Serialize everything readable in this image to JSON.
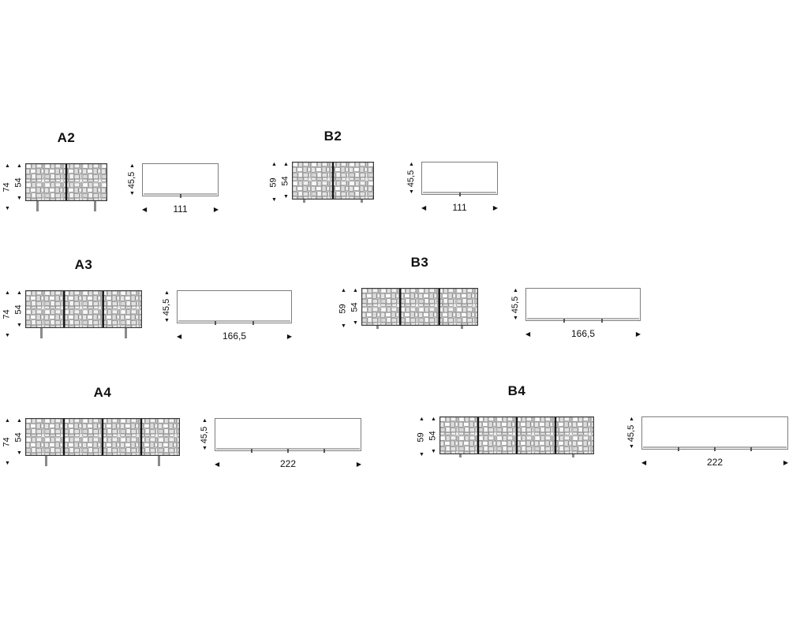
{
  "page": {
    "background": "#ffffff"
  },
  "icons": {
    "arrow_up": "▲",
    "arrow_down": "▼",
    "arrow_left": "◀",
    "arrow_right": "▶"
  },
  "variants": [
    {
      "id": "A2",
      "label": "A2",
      "series": "A",
      "doors": 2,
      "front": {
        "total_height": "74",
        "body_height": "54"
      },
      "top": {
        "depth": "45,5",
        "width": "111"
      }
    },
    {
      "id": "B2",
      "label": "B2",
      "series": "B",
      "doors": 2,
      "front": {
        "total_height": "59",
        "body_height": "54"
      },
      "top": {
        "depth": "45,5",
        "width": "111"
      }
    },
    {
      "id": "A3",
      "label": "A3",
      "series": "A",
      "doors": 3,
      "front": {
        "total_height": "74",
        "body_height": "54"
      },
      "top": {
        "depth": "45,5",
        "width": "166,5"
      }
    },
    {
      "id": "B3",
      "label": "B3",
      "series": "B",
      "doors": 3,
      "front": {
        "total_height": "59",
        "body_height": "54"
      },
      "top": {
        "depth": "45,5",
        "width": "166,5"
      }
    },
    {
      "id": "A4",
      "label": "A4",
      "series": "A",
      "doors": 4,
      "front": {
        "total_height": "74",
        "body_height": "54"
      },
      "top": {
        "depth": "45,5",
        "width": "222"
      }
    },
    {
      "id": "B4",
      "label": "B4",
      "series": "B",
      "doors": 4,
      "front": {
        "total_height": "59",
        "body_height": "54"
      },
      "top": {
        "depth": "45,5",
        "width": "222"
      }
    }
  ]
}
